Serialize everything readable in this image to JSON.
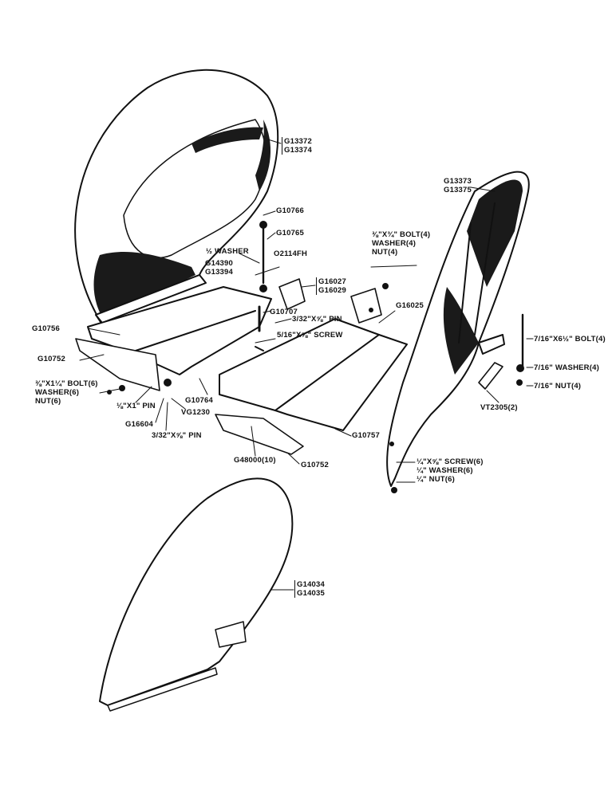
{
  "parts": {
    "g13372": "G13372",
    "g13374": "G13374",
    "g13373": "G13373",
    "g13375": "G13375",
    "g10766": "G10766",
    "g10765": "G10765",
    "washer_half": "½ WASHER",
    "o2114fh": "O2114FH",
    "g14390": "G14390",
    "g13394": "G13394",
    "bolt_4": "⅜\"X¾\" BOLT(4)",
    "washer_4": "WASHER(4)",
    "nut_4": "NUT(4)",
    "g16027": "G16027",
    "g16029": "G16029",
    "g16025": "G16025",
    "g10707": "G10707",
    "pin_3_32": "3/32\"X⅝\" PIN",
    "screw_5_16": "5/16\"X⅝\" SCREW",
    "g10756": "G10756",
    "g10752_left": "G10752",
    "bolt_6_left": "⅜\"X1¼\" BOLT(6)",
    "washer_6_left": "WASHER(6)",
    "nut_6_left": "NUT(6)",
    "pin_1_8": "⅛\"X1\" PIN",
    "g16604": "G16604",
    "vg1230": "VG1230",
    "g10764": "G10764",
    "pin_3_32_b": "3/32\"X⅝\" PIN",
    "g48000": "G48000(10)",
    "g10752_bottom": "G10752",
    "g10757": "G10757",
    "bolt_7_16": "7/16\"X6½\" BOLT(4)",
    "washer_7_16": "7/16\" WASHER(4)",
    "nut_7_16": "7/16\" NUT(4)",
    "vt2305": "VT2305(2)",
    "screw_6": "¼\"X⅝\" SCREW(6)",
    "washer_6_right": "¼\" WASHER(6)",
    "nut_6_right": "¼\" NUT(6)",
    "g14034": "G14034",
    "g14035": "G14035"
  },
  "colors": {
    "ink": "#111111",
    "paper": "#ffffff",
    "shade": "#1a1a1a"
  }
}
